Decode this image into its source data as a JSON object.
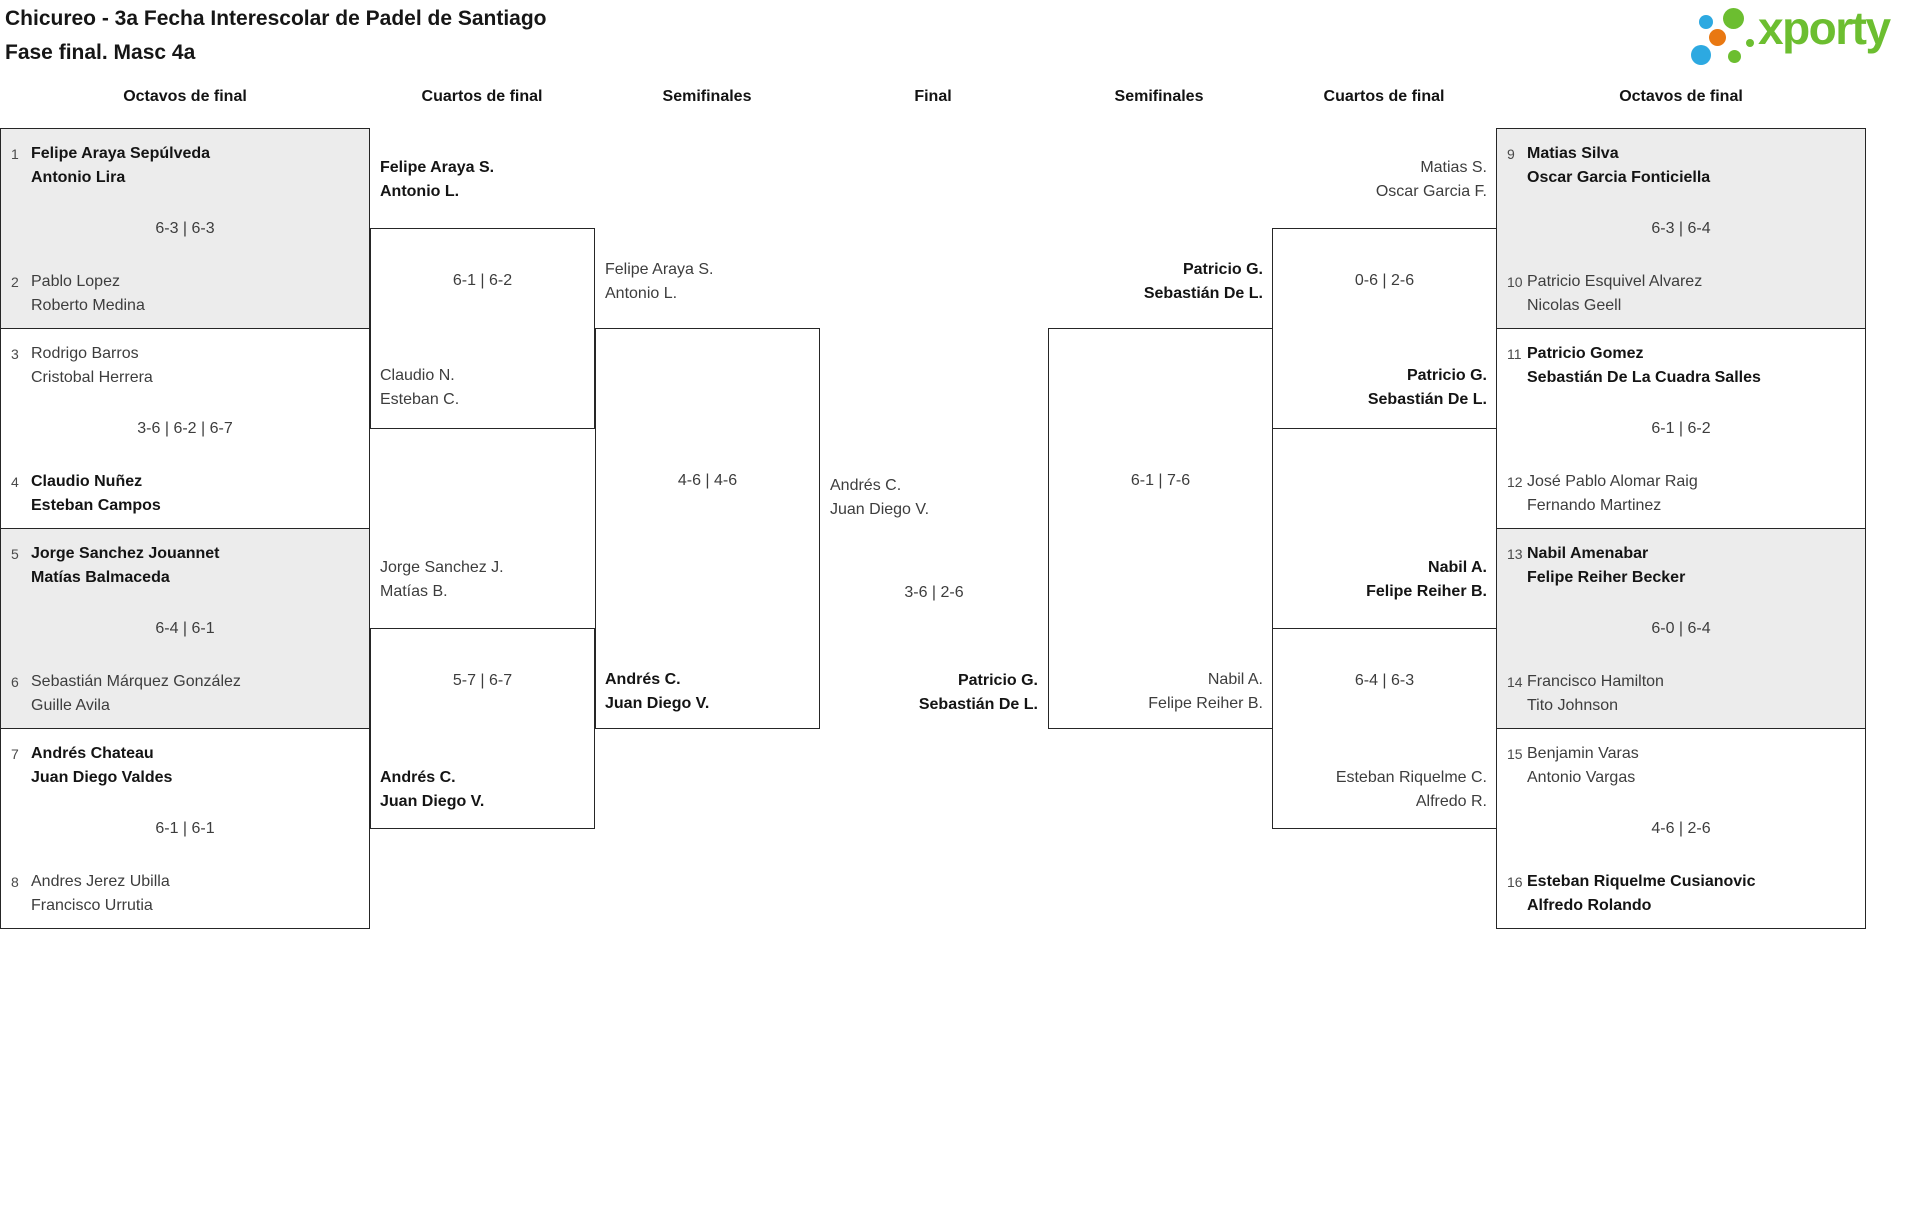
{
  "title": {
    "line1": "Chicureo - 3a Fecha Interescolar de Padel de Santiago",
    "line2": "Fase final. Masc 4a"
  },
  "logo": {
    "text": "xporty",
    "green": "#6cbe30",
    "blue": "#2da9e1",
    "orange": "#e97812"
  },
  "round_headers": [
    {
      "label": "Octavos de final"
    },
    {
      "label": "Cuartos de final"
    },
    {
      "label": "Semifinales"
    },
    {
      "label": "Final"
    },
    {
      "label": "Semifinales"
    },
    {
      "label": "Cuartos de final"
    },
    {
      "label": "Octavos de final"
    }
  ],
  "round_of_16": [
    {
      "seed1": "1",
      "team1": [
        "Felipe Araya Sepúlveda",
        "Antonio Lira"
      ],
      "team1_winner": true,
      "score": "6-3 | 6-3",
      "seed2": "2",
      "team2": [
        "Pablo Lopez",
        "Roberto Medina"
      ],
      "team2_winner": false
    },
    {
      "seed1": "3",
      "team1": [
        "Rodrigo Barros",
        "Cristobal Herrera"
      ],
      "team1_winner": false,
      "score": "3-6 | 6-2 | 6-7",
      "seed2": "4",
      "team2": [
        "Claudio Nuñez",
        "Esteban Campos"
      ],
      "team2_winner": true
    },
    {
      "seed1": "5",
      "team1": [
        "Jorge Sanchez Jouannet",
        "Matías Balmaceda"
      ],
      "team1_winner": true,
      "score": "6-4 | 6-1",
      "seed2": "6",
      "team2": [
        "Sebastián Márquez González",
        "Guille Avila"
      ],
      "team2_winner": false
    },
    {
      "seed1": "7",
      "team1": [
        "Andrés Chateau",
        "Juan Diego Valdes"
      ],
      "team1_winner": true,
      "score": "6-1 | 6-1",
      "seed2": "8",
      "team2": [
        "Andres Jerez Ubilla",
        "Francisco Urrutia"
      ],
      "team2_winner": false
    },
    {
      "seed1": "9",
      "team1": [
        "Matias Silva",
        "Oscar Garcia Fonticiella"
      ],
      "team1_winner": true,
      "score": "6-3 | 6-4",
      "seed2": "10",
      "team2": [
        "Patricio Esquivel Alvarez",
        "Nicolas Geell"
      ],
      "team2_winner": false
    },
    {
      "seed1": "11",
      "team1": [
        "Patricio Gomez",
        "Sebastián De La Cuadra Salles"
      ],
      "team1_winner": true,
      "score": "6-1 | 6-2",
      "seed2": "12",
      "team2": [
        "José Pablo Alomar Raig",
        "Fernando Martinez"
      ],
      "team2_winner": false
    },
    {
      "seed1": "13",
      "team1": [
        "Nabil Amenabar",
        "Felipe Reiher Becker"
      ],
      "team1_winner": true,
      "score": "6-0 | 6-4",
      "seed2": "14",
      "team2": [
        "Francisco Hamilton",
        "Tito Johnson"
      ],
      "team2_winner": false
    },
    {
      "seed1": "15",
      "team1": [
        "Benjamin Varas",
        "Antonio Vargas"
      ],
      "team1_winner": false,
      "score": "4-6 | 2-6",
      "seed2": "16",
      "team2": [
        "Esteban Riquelme Cusianovic",
        "Alfredo Rolando"
      ],
      "team2_winner": true
    }
  ],
  "quarterfinals": [
    {
      "team1": [
        "Felipe Araya S.",
        "Antonio L."
      ],
      "team1_winner": true,
      "score": "6-1 | 6-2",
      "team2": [
        "Claudio N.",
        "Esteban C."
      ],
      "team2_winner": false
    },
    {
      "team1": [
        "Jorge Sanchez J.",
        "Matías B."
      ],
      "team1_winner": false,
      "score": "5-7 | 6-7",
      "team2": [
        "Andrés C.",
        "Juan Diego V."
      ],
      "team2_winner": true
    },
    {
      "team1": [
        "Matias S.",
        "Oscar Garcia F."
      ],
      "team1_winner": false,
      "score": "0-6 | 2-6",
      "team2": [
        "Patricio G.",
        "Sebastián De L."
      ],
      "team2_winner": true
    },
    {
      "team1": [
        "Nabil A.",
        "Felipe Reiher B."
      ],
      "team1_winner": true,
      "score": "6-4 | 6-3",
      "team2": [
        "Esteban Riquelme C.",
        "Alfredo R."
      ],
      "team2_winner": false
    }
  ],
  "semifinals": [
    {
      "team1": [
        "Felipe Araya S.",
        "Antonio L."
      ],
      "team1_winner": false,
      "score": "4-6 | 4-6",
      "team2": [
        "Andrés C.",
        "Juan Diego V."
      ],
      "team2_winner": true
    },
    {
      "team1": [
        "Patricio G.",
        "Sebastián De L."
      ],
      "team1_winner": true,
      "score": "6-1 | 7-6",
      "team2": [
        "Nabil A.",
        "Felipe Reiher B."
      ],
      "team2_winner": false
    }
  ],
  "final": {
    "team1": [
      "Andrés C.",
      "Juan Diego V."
    ],
    "team1_winner": false,
    "score": "3-6 | 2-6",
    "team2": [
      "Patricio G.",
      "Sebastián De L."
    ],
    "team2_winner": true
  }
}
